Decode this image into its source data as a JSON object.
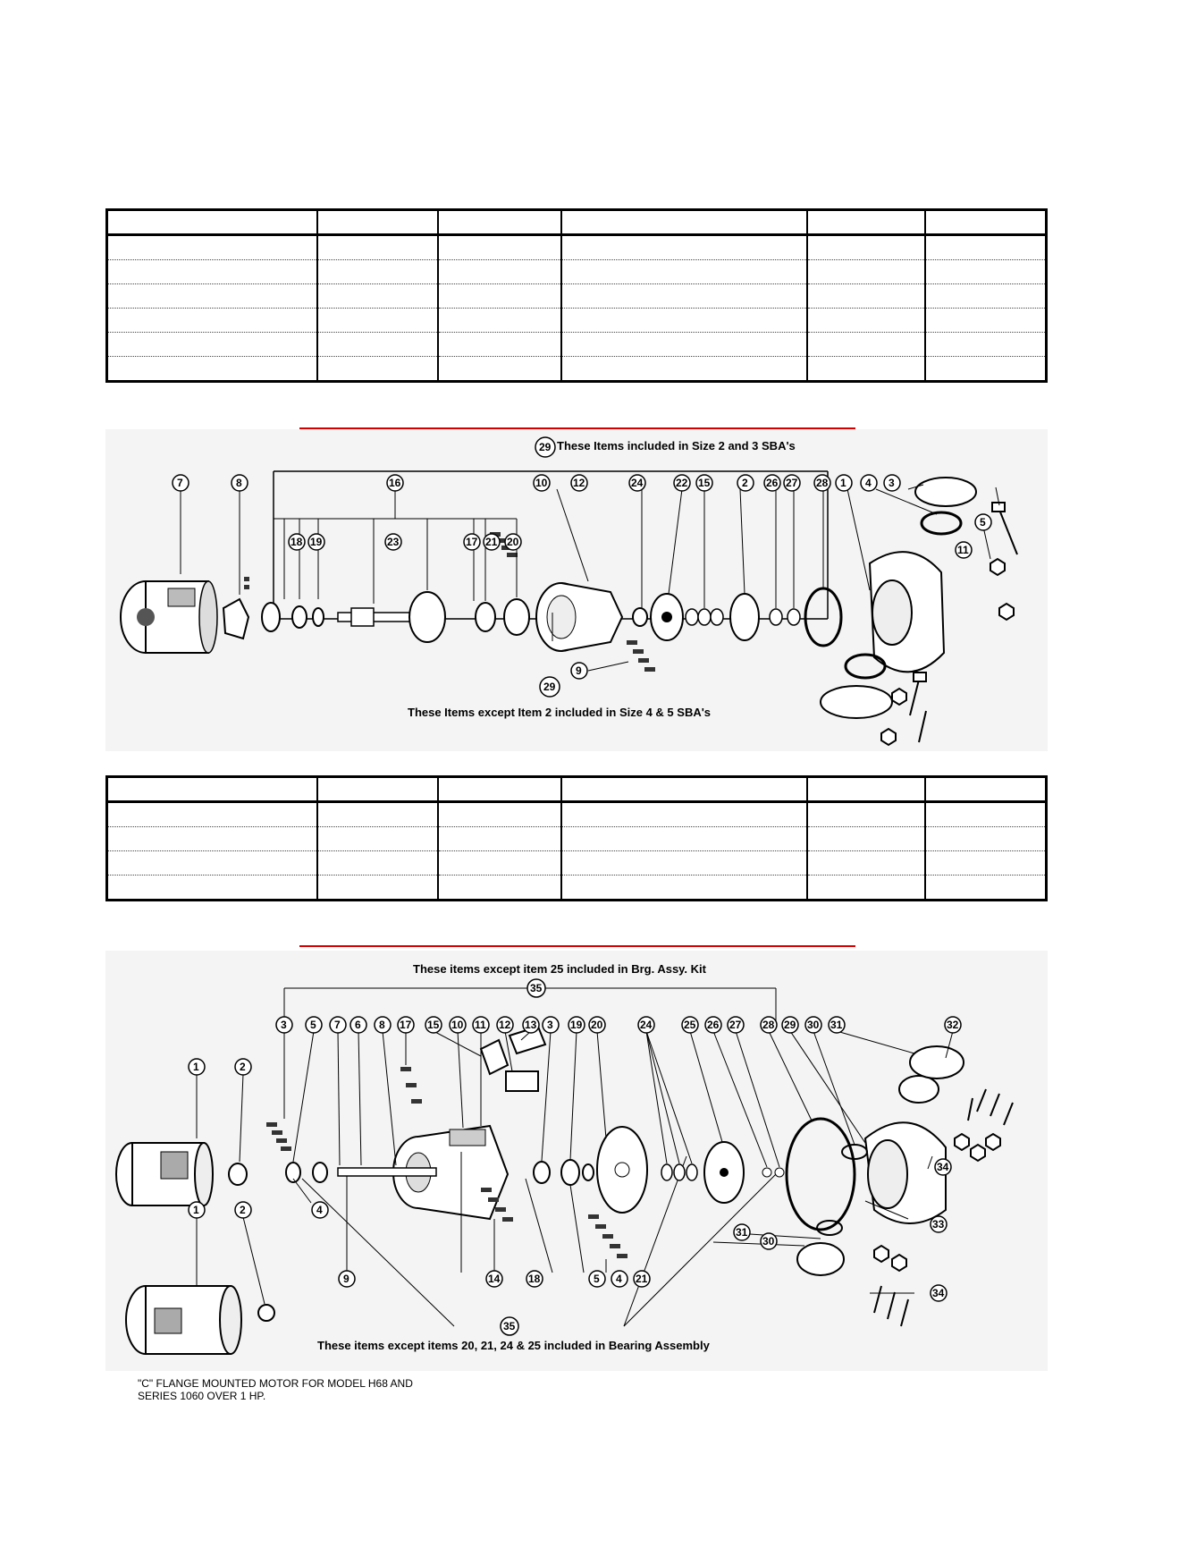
{
  "diagram1": {
    "caption_top": "These Items included in Size 2 and 3 SBA's",
    "caption_bottom": "These Items except Item 2 included in Size 4 & 5 SBA's",
    "callouts": [
      "29",
      "7",
      "8",
      "16",
      "10",
      "12",
      "24",
      "22",
      "15",
      "2",
      "26",
      "27",
      "28",
      "1",
      "4",
      "3",
      "5",
      "11",
      "18",
      "19",
      "23",
      "17",
      "21",
      "20",
      "9",
      "29"
    ]
  },
  "diagram2": {
    "caption_top": "These items except item 25 included in Brg. Assy. Kit",
    "caption_bottom": "These items except items 20, 21, 24 & 25 included in Bearing Assembly",
    "callouts": [
      "35",
      "3",
      "5",
      "7",
      "6",
      "8",
      "17",
      "15",
      "10",
      "11",
      "12",
      "13",
      "3",
      "19",
      "20",
      "24",
      "25",
      "26",
      "27",
      "28",
      "29",
      "30",
      "31",
      "32",
      "1",
      "2",
      "4",
      "9",
      "14",
      "18",
      "5",
      "4",
      "21",
      "34",
      "30",
      "31",
      "33",
      "34",
      "1",
      "2",
      "35"
    ]
  },
  "note": {
    "line1": "\"C\" FLANGE MOUNTED MOTOR FOR MODEL H68 AND",
    "line2": "SERIES 1060 OVER 1 HP."
  }
}
